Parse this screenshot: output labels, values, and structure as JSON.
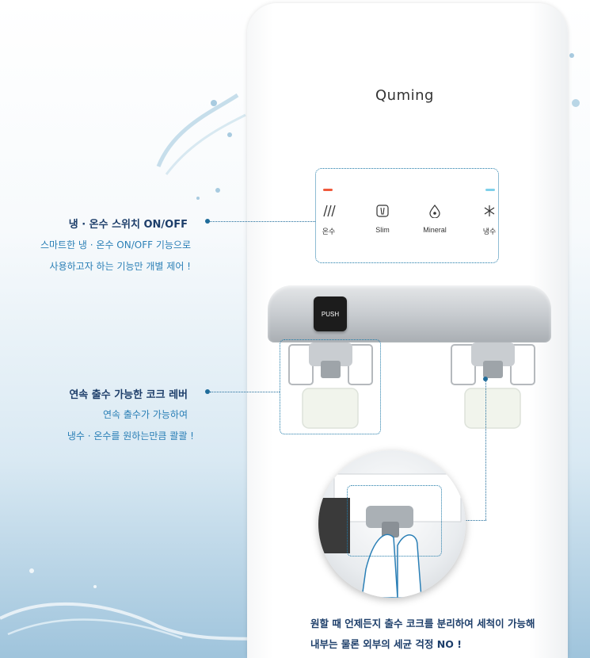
{
  "brand": "Quming",
  "panel": {
    "buttons": [
      {
        "label": "온수",
        "icon": "hot-water-icon"
      },
      {
        "label": "Slim",
        "icon": "slim-cup-icon"
      },
      {
        "label": "Mineral",
        "icon": "mineral-drop-icon"
      },
      {
        "label": "냉수",
        "icon": "cold-water-icon"
      }
    ]
  },
  "push_label": "PUSH",
  "callouts": {
    "switch": {
      "title": "냉 · 온수 스위치 ON/OFF",
      "line1": "스마트한 냉 · 온수 ON/OFF 기능으로",
      "line2": "사용하고자 하는 기능만 개별 제어 !"
    },
    "lever": {
      "title": "연속 출수 가능한 코크 레버",
      "line1": "연속 출수가 가능하여",
      "line2": "냉수 · 온수를 원하는만큼 콸콸 !"
    },
    "detach": {
      "line1": "원할 때 언제든지 출수 코크를 분리하여 세척이 가능해",
      "line2": "내부는 물론 외부의 세균 걱정 NO !"
    }
  },
  "colors": {
    "hot": "#f05a3c",
    "cold": "#7fd0ea",
    "title": "#1d3e6a",
    "accent": "#2a7fb6"
  }
}
